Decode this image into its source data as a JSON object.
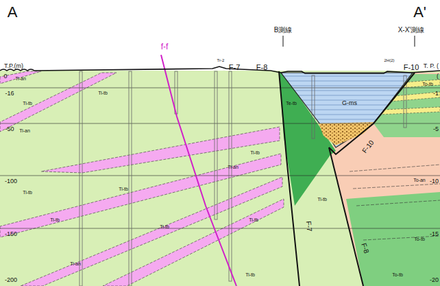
{
  "diagram": {
    "labels": [
      "A",
      "A'",
      "T.P.(m)",
      "0",
      "-16",
      "-50",
      "-100",
      "-150",
      "-200",
      "T. P. (",
      "(",
      "-1",
      "-5",
      "-10",
      "-15",
      "-20",
      "f-f",
      "B測線",
      "X-X'測線",
      "Tr-2",
      "F-7",
      "F-8",
      "2H(2)",
      "F-10",
      "G-ms",
      "F-7",
      "F-8",
      "F-10",
      "Ti-an",
      "Ti-tb",
      "Ti-tb",
      "Ti-an",
      "Ti-tb",
      "Ti-tb",
      "Ti-an",
      "Ti-tb",
      "Ti-tb",
      "Ti-tb",
      "Ti-an",
      "Ti-tb",
      "Ti-tb",
      "Te-tb",
      "To-tb",
      "To-an",
      "To-tb",
      "To-tb",
      "Ti-tb"
    ]
  }
}
